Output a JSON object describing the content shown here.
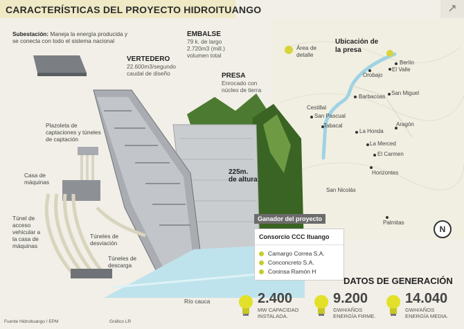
{
  "title": "CARACTERÍSTICAS DEL PROYECTO HIDROITUANGO",
  "subestacion": {
    "head": "Subestación:",
    "text": "Maneja la energía producida y se conecta con todo el sistema nacional"
  },
  "embalse": {
    "head": "EMBALSE",
    "line1": "79 k. de largo",
    "line2": "2.720m3 (mill.)",
    "line3": "volumen total"
  },
  "vertedero": {
    "head": "VERTEDERO",
    "line1": "22.600m3/segundo",
    "line2": "caudal de diseño"
  },
  "presa": {
    "head": "PRESA",
    "line1": "Enrocado con",
    "line2": "núcleo de tierra"
  },
  "altura": {
    "line1": "225m.",
    "line2": "de altura"
  },
  "plazoleta": "Plazoleta de captaciones y túneles de captación",
  "casa_maquinas": "Casa de máquinas",
  "tunel_acceso": "Túnel de acceso vehicular a la casa de máquinas",
  "tuneles_desviacion": "Túneles de desviación",
  "tuneles_descarga": "Túneles de descarga",
  "rio_cauca": "Río cauca",
  "map": {
    "area_detalle": "Área de detalle",
    "ubicacion": "Ubicación de la presa",
    "towns": [
      "Berlín",
      "Orobajo",
      "El Valle",
      "Barbacoas",
      "San Miguel",
      "Cestillal",
      "San Pascual",
      "Tabacal",
      "Aragón",
      "La Honda",
      "La Merced",
      "El Carmen",
      "Horizontes",
      "San Nicolás",
      "Palmitas"
    ]
  },
  "winner": {
    "head": "Ganador del proyecto",
    "name": "Consorcio CCC Ituango",
    "members": [
      "Camargo Correa S.A.",
      "Conconcreto S.A.",
      "Coninsa Ramón H"
    ]
  },
  "generacion": {
    "title": "DATOS DE GENERACIÓN",
    "stats": [
      {
        "value": "2.400",
        "line1": "MW CAPACIDAD",
        "line2": "INSTALADA."
      },
      {
        "value": "9.200",
        "line1": "GWH/AÑOS",
        "line2": "ENERGÍA FIRME."
      },
      {
        "value": "14.040",
        "line1": "GWH/AÑOS",
        "line2": "ENERGÍA MEDIA."
      }
    ]
  },
  "footer": {
    "source": "Fuente Hidroituango / EPM",
    "credit": "Gráfico LR"
  },
  "compass": "N",
  "colors": {
    "river": "#bfe3ec",
    "mountain": "#3d6b2a",
    "concrete": "#b9bdc0",
    "bulb": "#e3e02a",
    "title_bar": "#efe9c6"
  }
}
